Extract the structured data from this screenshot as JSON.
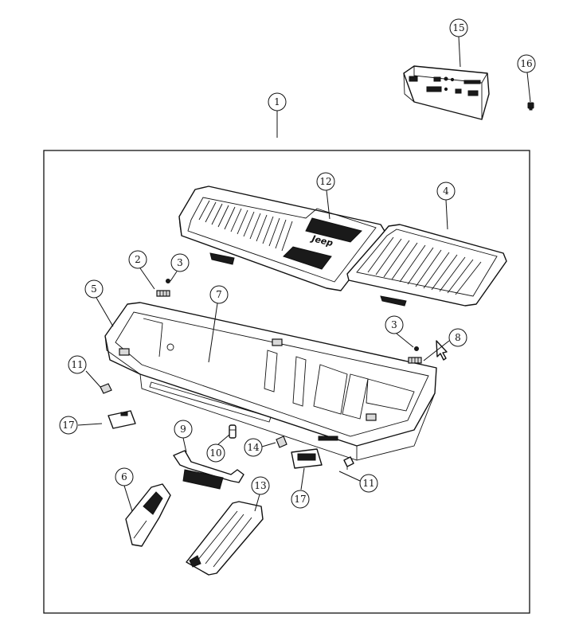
{
  "diagram": {
    "logo_text": "Jeep",
    "callouts": [
      {
        "id": "c1",
        "label": "1"
      },
      {
        "id": "c2",
        "label": "2"
      },
      {
        "id": "c3a",
        "label": "3"
      },
      {
        "id": "c3b",
        "label": "3"
      },
      {
        "id": "c4",
        "label": "4"
      },
      {
        "id": "c5",
        "label": "5"
      },
      {
        "id": "c6",
        "label": "6"
      },
      {
        "id": "c7",
        "label": "7"
      },
      {
        "id": "c8",
        "label": "8"
      },
      {
        "id": "c9",
        "label": "9"
      },
      {
        "id": "c10",
        "label": "10"
      },
      {
        "id": "c11a",
        "label": "11"
      },
      {
        "id": "c11b",
        "label": "11"
      },
      {
        "id": "c12",
        "label": "12"
      },
      {
        "id": "c13",
        "label": "13"
      },
      {
        "id": "c14",
        "label": "14"
      },
      {
        "id": "c15",
        "label": "15"
      },
      {
        "id": "c16",
        "label": "16"
      },
      {
        "id": "c17a",
        "label": "17"
      },
      {
        "id": "c17b",
        "label": "17"
      }
    ]
  }
}
